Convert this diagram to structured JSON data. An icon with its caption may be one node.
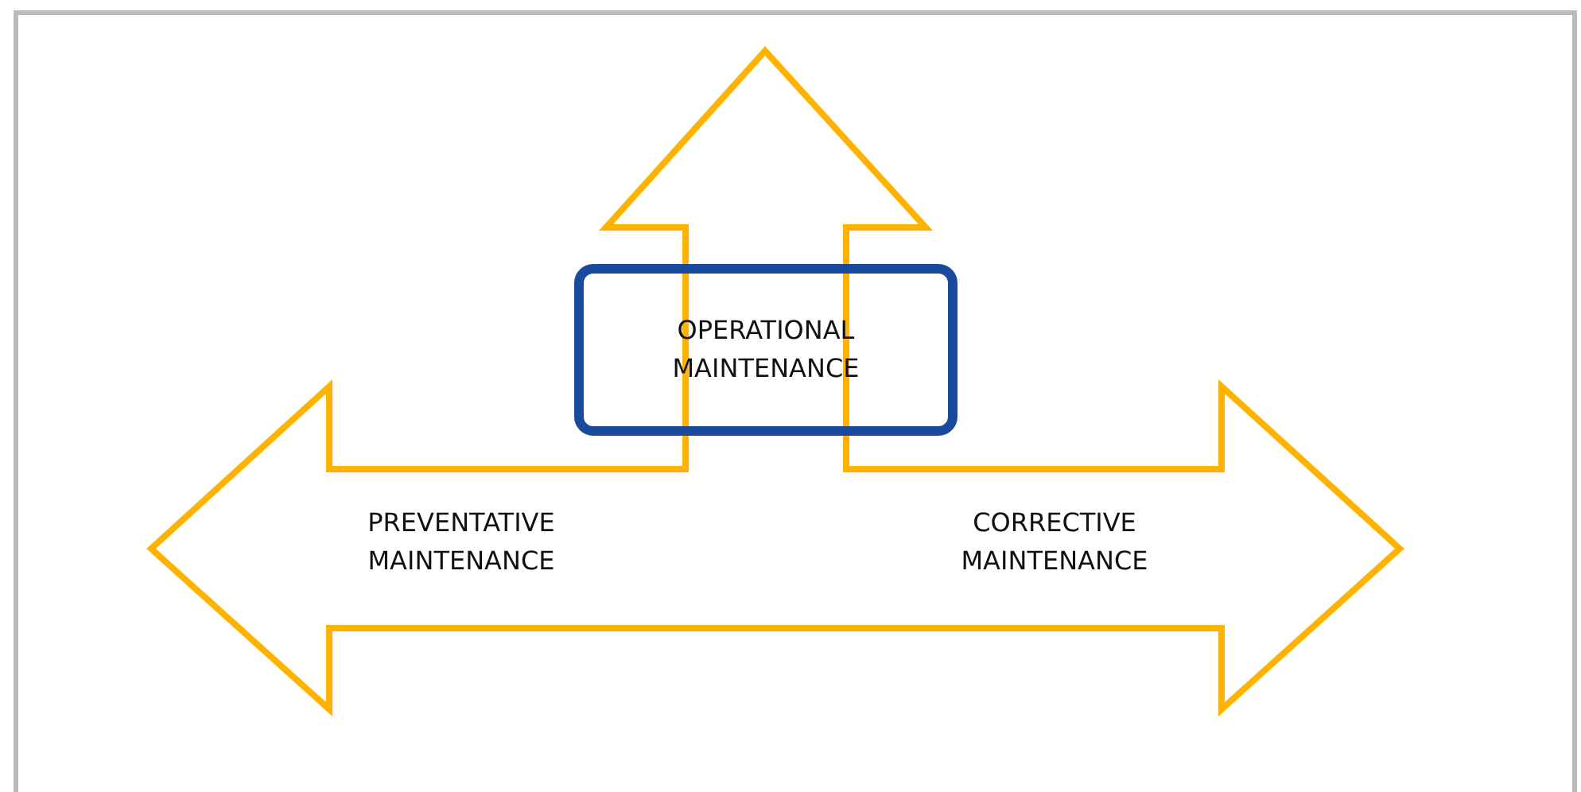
{
  "diagram": {
    "nodes": [
      {
        "text": [
          "OPERATIONAL MAINTENANCE"
        ]
      }
    ],
    "labels": [
      "PREVENTATIVE MAINTENANCE",
      "CORRECTIVE MAINTENANCE"
    ]
  }
}
